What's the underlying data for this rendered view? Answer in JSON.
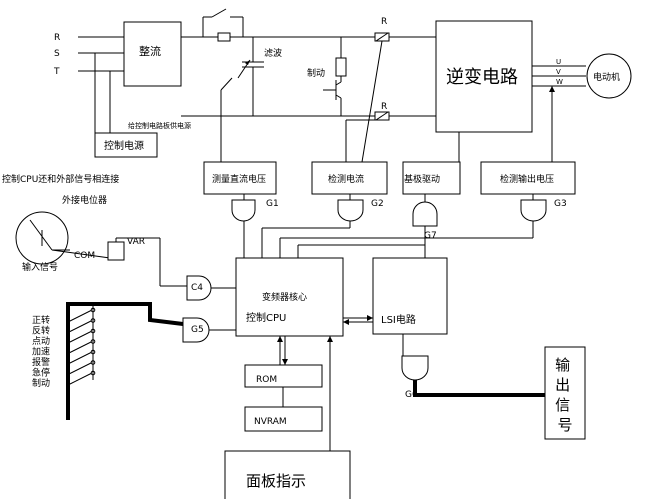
{
  "inputs": {
    "r": "R",
    "s": "S",
    "t": "T"
  },
  "blocks": {
    "rectifier": "整流",
    "filter": "滤波",
    "brake": "制动",
    "resistor_top": "R",
    "resistor_bottom": "R",
    "inverter": "逆变电路",
    "motor": "电动机",
    "motor_phase_u": "U",
    "motor_phase_v": "V",
    "motor_phase_w": "W",
    "power_supply_note": "给控制电路板供电源",
    "control_power": "控制电源",
    "dc_voltage_measure": "测量直流电压",
    "current_detect": "检测电流",
    "base_drive": "基极驱动",
    "output_voltage_detect": "检测输出电压",
    "inverter_core": "变频器核心",
    "cpu": "控制CPU",
    "lsi": "LSI电路",
    "rom": "ROM",
    "nvram": "NVRAM",
    "panel": "面板指示",
    "output_signal": "输出信号"
  },
  "gates": {
    "g1": "G1",
    "g2": "G2",
    "g3": "G3",
    "g4": "C4",
    "g5": "G5",
    "g6": "G6",
    "g7": "G7"
  },
  "external": {
    "cpu_note": "控制CPU还和外部信号相连接",
    "potentiometer": "外接电位器",
    "input_signal": "输入信号",
    "com": "COM",
    "var": "VAR"
  },
  "switch_labels": [
    "正转",
    "反转",
    "点动",
    "加速",
    "报警",
    "急停",
    "制动"
  ]
}
